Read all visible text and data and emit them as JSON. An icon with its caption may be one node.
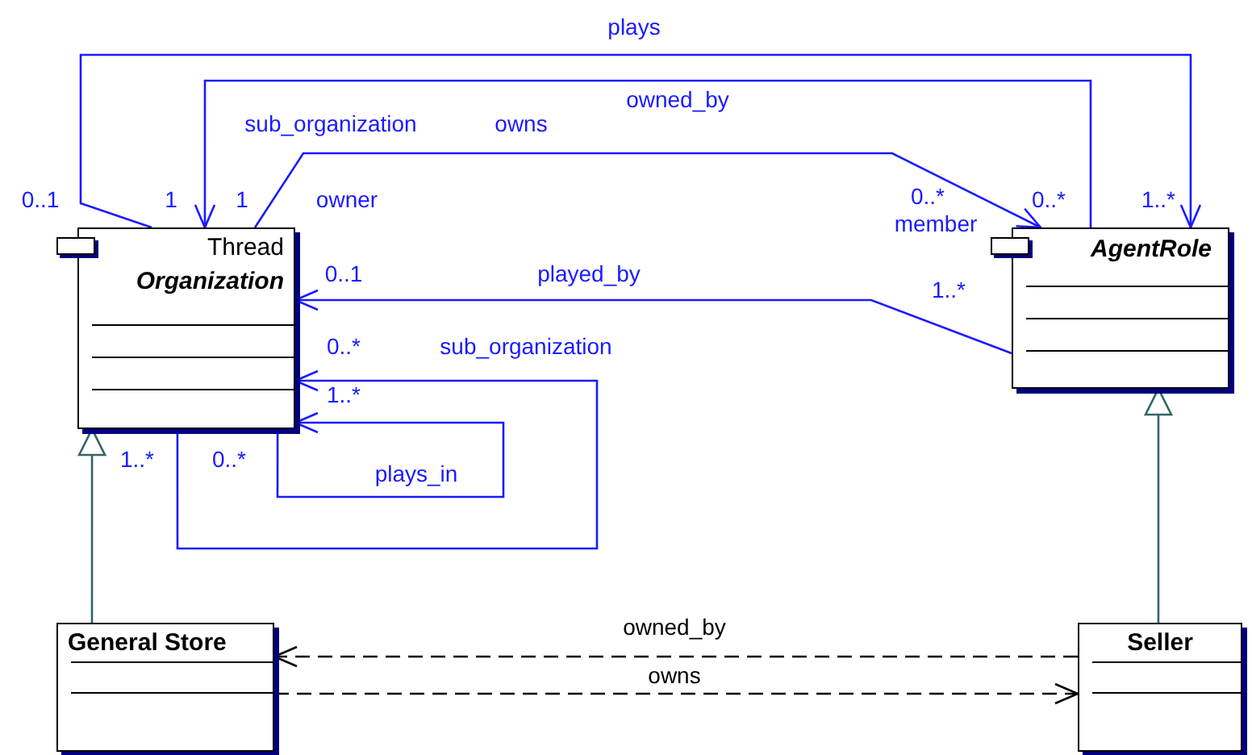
{
  "diagram": {
    "nodes": [
      {
        "text": [
          "Thread",
          "Organization"
        ]
      },
      {
        "text": [
          "AgentRole"
        ]
      },
      {
        "text": [
          "General Store"
        ]
      },
      {
        "text": [
          "Seller"
        ]
      }
    ],
    "edges": [
      {
        "from": 0,
        "to": 1,
        "arrow": "to",
        "label": "plays"
      },
      {
        "from": 1,
        "to": 0,
        "arrow": "to",
        "label": "owned_by"
      },
      {
        "from": 0,
        "to": 1,
        "arrow": "to",
        "label": "owns"
      },
      {
        "from": 1,
        "to": 0,
        "arrow": "to",
        "label": "played_by"
      },
      {
        "from": 0,
        "to": 0,
        "arrow": "to",
        "label": "sub_organization"
      },
      {
        "from": 0,
        "to": 0,
        "arrow": "to",
        "label": "plays_in"
      },
      {
        "from": 2,
        "to": 0,
        "arrow": "to",
        "color": "#336666"
      },
      {
        "from": 3,
        "to": 1,
        "arrow": "to",
        "color": "#336666"
      },
      {
        "from": 3,
        "to": 2,
        "arrow": "to",
        "label": "owned_by",
        "style": "dashed",
        "color": "#000000"
      },
      {
        "from": 2,
        "to": 3,
        "arrow": "to",
        "label": "owns",
        "style": "dashed",
        "color": "#000000"
      }
    ],
    "labels": [
      "sub_organization",
      "0..1",
      "1",
      "1",
      "owner",
      "0..*",
      "member",
      "0..*",
      "1..*",
      "0..1",
      "1..*",
      "0..*",
      "1..*",
      "1..*",
      "0..*"
    ]
  }
}
